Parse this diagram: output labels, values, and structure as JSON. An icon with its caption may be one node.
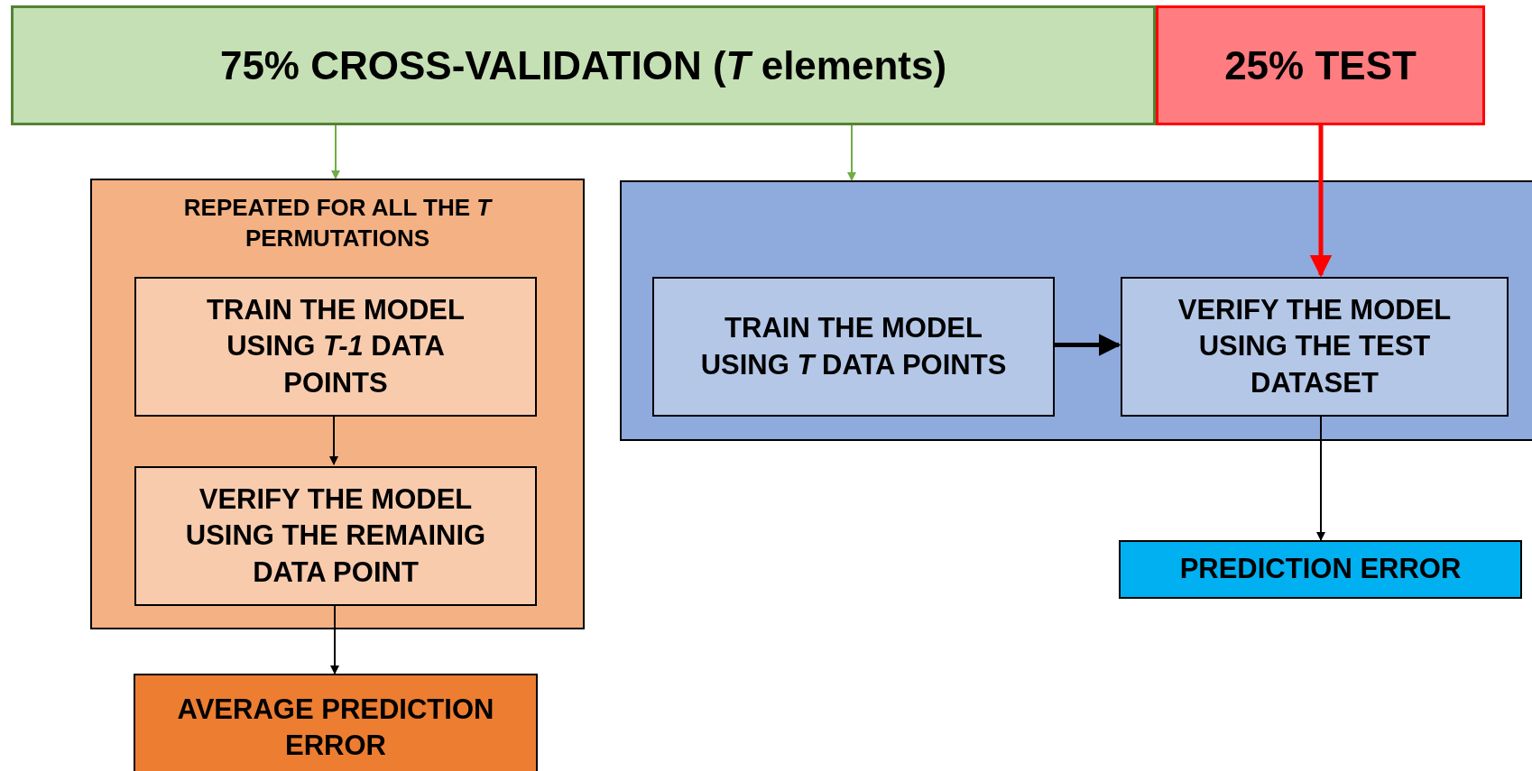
{
  "diagram": {
    "nodes": [
      {
        "text": [
          "75% CROSS-VALIDATION (*T* elements)"
        ]
      },
      {
        "text": [
          "25% TEST"
        ]
      },
      {
        "text": [
          "REPEATED FOR ALL THE *T* PERMUTATIONS"
        ]
      },
      {
        "text": [
          "TRAIN THE MODEL USING *T-1* DATA POINTS"
        ],
        "in": 2
      },
      {
        "text": [
          "VERIFY THE MODEL USING THE REMAINIG DATA POINT"
        ],
        "in": 2
      },
      {
        "text": [],
        "shape": "box"
      },
      {
        "text": [
          "TRAIN THE MODEL USING *T* DATA POINTS"
        ],
        "in": 5
      },
      {
        "text": [
          "VERIFY THE MODEL USING THE TEST DATASET"
        ],
        "in": 5
      },
      {
        "text": [
          "AVERAGE PREDICTION ERROR"
        ]
      },
      {
        "text": [
          "PREDICTION ERROR"
        ]
      }
    ],
    "edges": [
      {
        "from": 0,
        "to": 2,
        "arrow": "to",
        "color": "#70ad47"
      },
      {
        "from": 0,
        "to": 5,
        "arrow": "to",
        "color": "#70ad47"
      },
      {
        "from": 1,
        "to": 7,
        "arrow": "to",
        "style": "thick",
        "color": "#ff0000"
      },
      {
        "from": 3,
        "to": 4,
        "arrow": "to"
      },
      {
        "from": 4,
        "to": 8,
        "arrow": "to"
      },
      {
        "from": 6,
        "to": 7,
        "arrow": "to",
        "style": "thick"
      },
      {
        "from": 7,
        "to": 9,
        "arrow": "to"
      }
    ]
  }
}
